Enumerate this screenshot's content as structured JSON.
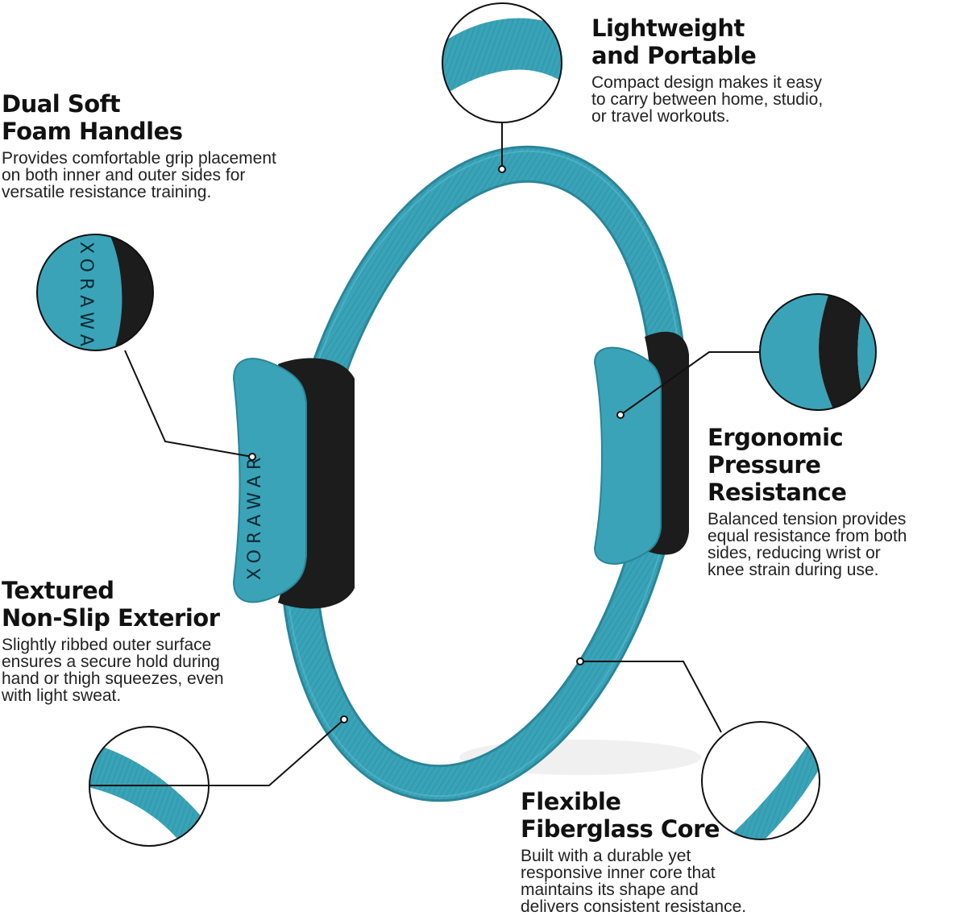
{
  "brand": "XORAWAR",
  "colors": {
    "ring": "#3aa3b7",
    "ring_dark": "#2a8598",
    "handle_outer": "#2b2b2b",
    "leader": "#111111"
  },
  "features": {
    "lightweight": {
      "title": [
        "Lightweight",
        "and Portable"
      ],
      "body": [
        "Compact design makes it easy",
        "to carry between home, studio,",
        "or travel workouts."
      ]
    },
    "handles": {
      "title": [
        "Dual Soft",
        "Foam Handles"
      ],
      "body": [
        "Provides comfortable grip placement",
        "on both inner and outer sides for",
        "versatile resistance training."
      ]
    },
    "ergonomic": {
      "title": [
        "Ergonomic",
        "Pressure Resistance"
      ],
      "body": [
        "Balanced tension provides",
        "equal resistance from both",
        "sides, reducing wrist or",
        "knee strain during use."
      ]
    },
    "textured": {
      "title": [
        "Textured",
        "Non-Slip Exterior"
      ],
      "body": [
        "Slightly ribbed outer surface",
        "ensures a secure hold during",
        "hand or thigh squeezes, even",
        "with light sweat."
      ]
    },
    "flexible": {
      "title": [
        "Flexible",
        "Fiberglass Core"
      ],
      "body": [
        "Built with a durable yet",
        "responsive inner core that",
        "maintains its shape and",
        "delivers consistent resistance."
      ]
    }
  }
}
